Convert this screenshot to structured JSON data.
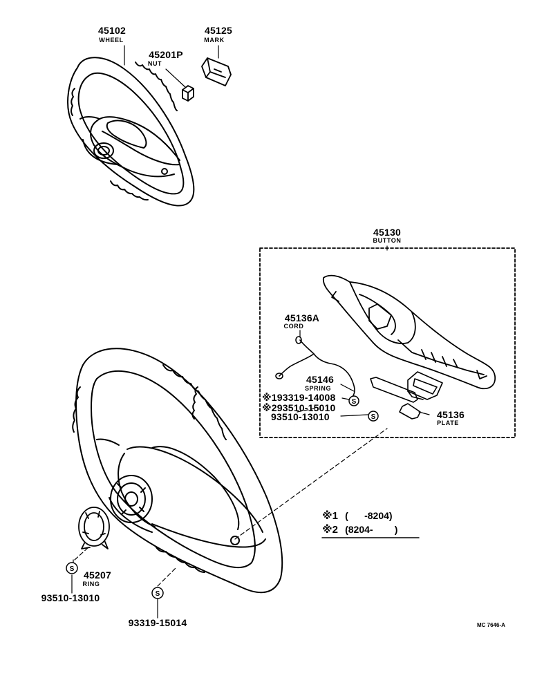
{
  "parts": {
    "wheel_top": {
      "number": "45102",
      "name": "WHEEL"
    },
    "mark": {
      "number": "45125",
      "name": "MARK"
    },
    "nut": {
      "number": "45201P",
      "name": "NUT"
    },
    "button": {
      "number": "45130",
      "name": "BUTTON"
    },
    "cord": {
      "number": "45136A",
      "name": "CORD"
    },
    "spring": {
      "number": "45146",
      "name": "SPRING"
    },
    "screw_1": {
      "prefix": "※1",
      "number": "93319-14008"
    },
    "screw_2": {
      "prefix": "※2",
      "number": "93510-15010"
    },
    "screw_3": {
      "number": "93510-13010"
    },
    "plate": {
      "number": "45136",
      "name": "PLATE"
    },
    "ring": {
      "number": "45207",
      "name": "RING"
    },
    "ring_screw": {
      "number": "93510-13010"
    },
    "wheel_screw": {
      "number": "93319-15014"
    }
  },
  "notes": {
    "note1": {
      "mark": "※1",
      "range": "(      -8204)"
    },
    "note2": {
      "mark": "※2",
      "range": "(8204-        )"
    }
  },
  "symbols": {
    "s_mark": "S"
  },
  "diagram_code": "MC 7646-A"
}
